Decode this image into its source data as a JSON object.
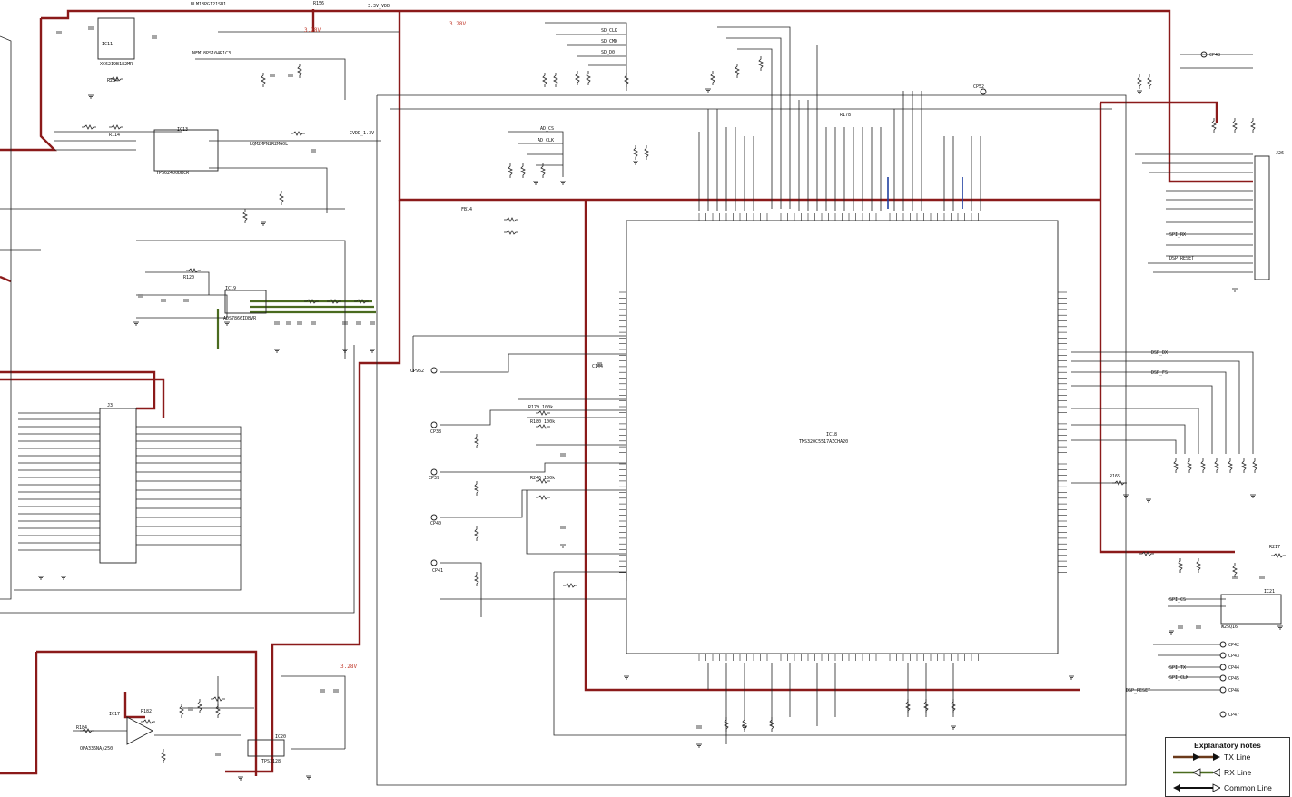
{
  "chips": {
    "main_ic": {
      "ref": "IC18",
      "part": "TMS320C5517AZCHA20"
    },
    "u_top_left_a": {
      "ref": "IC11",
      "part": "XC6219B182MR"
    },
    "u_power": {
      "ref": "IC13",
      "part": "TPS62400DRCR"
    },
    "u_adc": {
      "ref": "IC19",
      "part": "ADS7866IDBVR"
    },
    "u_opamp": {
      "ref": "IC17",
      "part": "OPA336NA/250"
    },
    "u_reset": {
      "ref": "IC20",
      "part": "TPS3128"
    },
    "u_flash": {
      "ref": "IC21",
      "part": "W25Q16"
    },
    "connector_left": {
      "ref": "J3"
    },
    "connector_right": {
      "ref": "J26"
    }
  },
  "nets": {
    "v33": "3.3V_VDD",
    "v328_a": "3.28V",
    "v328_b": "3.28V",
    "v328_c": "3.28V",
    "cvdd": "CVDD_1.3V",
    "ad_cs": "AD_CS",
    "ad_clk": "AD_CLK",
    "sd_clk": "SD_CLK",
    "sd_cmd": "SD_CMD",
    "sd_d0": "SD_D0",
    "dsp_reset": "DSP_RESET",
    "dsp_reset_b": "DSP_RESET",
    "spi_clk": "SPI_CLK",
    "spi_cs": "SPI_CS",
    "spi_tx": "SPI_TX",
    "spi_rx": "SPI_RX",
    "dsp_dx": "DSP_DX",
    "dsp_fs": "DSP_FS"
  },
  "test_points": {
    "cp962": "CP962",
    "cp38": "CP38",
    "cp39": "CP39",
    "cp40": "CP40",
    "cp41": "CP41",
    "cp42": "CP42",
    "cp43": "CP43",
    "cp44": "CP44",
    "cp45": "CP45",
    "cp46": "CP46",
    "cp47": "CP47",
    "cp48": "CP48",
    "cp52": "CP52"
  },
  "parts": {
    "r156": "R156",
    "r178": "R178",
    "r179": "R179 100k",
    "r180": "R180 100k",
    "r165": "R165",
    "r246": "R246 100k",
    "r120": "R120",
    "r284": "R284",
    "r114": "R114",
    "r182": "R182",
    "r184": "R184",
    "r217": "R217",
    "l1": "BLM18PG121SN1",
    "l2": "NFM18PS104R1C3",
    "l3": "LQM2MPN2R2MG0L",
    "c144": "C144",
    "fb14": "FB14"
  },
  "legend": {
    "title": "Explanatory notes",
    "items": [
      {
        "label": "TX Line",
        "color": "#6b3a1a"
      },
      {
        "label": "RX Line",
        "color": "#4a6b1f"
      },
      {
        "label": "Common Line",
        "color": "#111111"
      }
    ]
  }
}
